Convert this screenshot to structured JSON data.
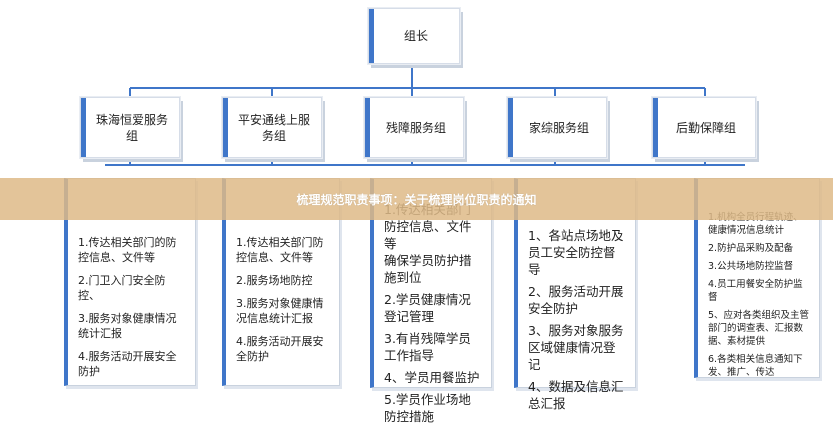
{
  "root": {
    "label": "组长"
  },
  "groups": [
    {
      "label": "珠海恒爱服务组",
      "items": [
        "1.传达相关部门的防控信息、文件等",
        "2.门卫入门安全防控、",
        "3.服务对象健康情况统计汇报",
        "4.服务活动开展安全防护"
      ]
    },
    {
      "label": "平安通线上服务组",
      "items": [
        "1.传达相关部门防控信息、文件等",
        "2.服务场地防控",
        "3.服务对象健康情况信息统计汇报",
        "4.服务活动开展安全防护"
      ]
    },
    {
      "label": "残障服务组",
      "items": [
        "1.传达相关部门防控信息、文件等",
        "确保学员防护措施到位",
        "2.学员健康情况登记管理",
        "3.有肖残障学员工作指导",
        "4、学员用餐监护",
        "5.学员作业场地防控措施"
      ]
    },
    {
      "label": "家综服务组",
      "items": [
        "1、各站点场地及员工安全防控督导",
        "2、服务活动开展安全防护",
        "3、服务对象服务区域健康情况登记",
        "4、数据及信息汇总汇报"
      ]
    },
    {
      "label": "后勤保障组",
      "items": [
        "1.机构全员行程轨迹、健康情况信息统计",
        "2.防护品采购及配备",
        "3.公共场地防控监督",
        "4.员工用餐安全防护监督",
        "5、应对各类组织及主管部门的调查表、汇报数据、素材提供",
        "6.各类相关信息通知下发、推广、传达"
      ]
    }
  ],
  "banner": {
    "text": "梳理规范职责事项：关于梳理岗位职责的通知"
  },
  "colors": {
    "accent": "#3f76c9",
    "banner": "#debA87",
    "line": "#3f76c9"
  }
}
